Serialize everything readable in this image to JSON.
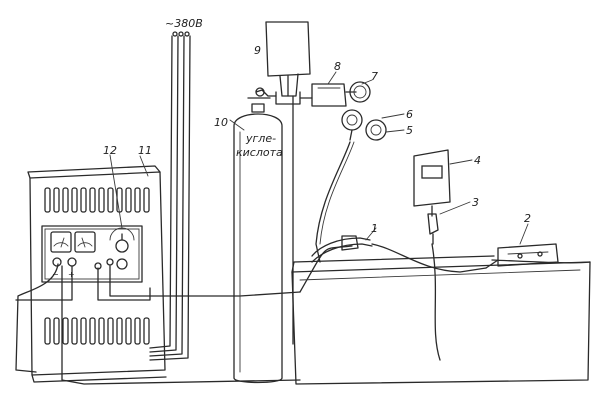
{
  "diagram": {
    "supply_label": "~380В",
    "cylinder_text_line1": "угле-",
    "cylinder_text_line2": "кислота",
    "callouts": {
      "n1": "1",
      "n2": "2",
      "n3": "3",
      "n4": "4",
      "n5": "5",
      "n6": "6",
      "n7": "7",
      "n8": "8",
      "n9": "9",
      "n10": "10",
      "n11": "11",
      "n12": "12"
    },
    "panel_signs": {
      "minus": "−",
      "plus": "+"
    }
  }
}
